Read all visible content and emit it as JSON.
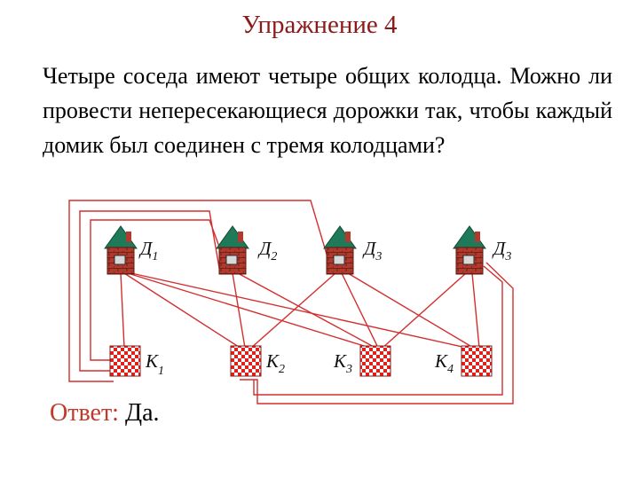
{
  "title": "Упражнение 4",
  "task": "Четыре соседа имеют четыре общих колодца. Можно ли провести непересекающиеся дорожки так, чтобы каждый домик был соединен с тремя колодцами?",
  "answer": {
    "label": "Ответ:",
    "value": "Да."
  },
  "houses": [
    {
      "letter": "Д",
      "index": "1"
    },
    {
      "letter": "Д",
      "index": "2"
    },
    {
      "letter": "Д",
      "index": "3"
    },
    {
      "letter": "Д",
      "index": "3"
    }
  ],
  "wells": [
    {
      "letter": "К",
      "index": "1"
    },
    {
      "letter": "К",
      "index": "2"
    },
    {
      "letter": "К",
      "index": "3"
    },
    {
      "letter": "К",
      "index": "4"
    }
  ],
  "colors": {
    "title": "#8b1a1a",
    "path": "#d32f2f",
    "roof": "#1e7a58",
    "brick": "#b03a2e",
    "answer_label": "#c0392b"
  }
}
